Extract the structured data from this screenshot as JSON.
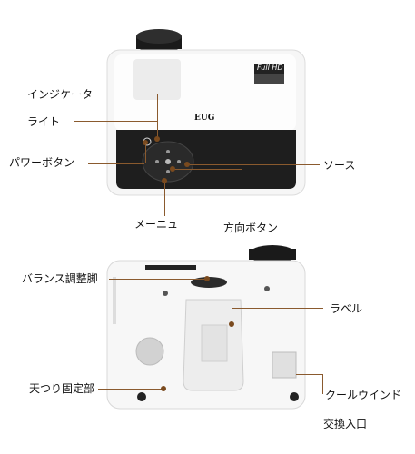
{
  "top_view": {
    "labels": {
      "indicator": "インジケータ",
      "light": "ライト",
      "power": "パワーボタン",
      "menu": "メーニュ",
      "direction": "方向ボタン",
      "source": "ソース"
    },
    "badge_line1": "Full HD",
    "brand": "EUG"
  },
  "bottom_view": {
    "labels": {
      "balance_foot": "バランス調整脚",
      "label": "ラベル",
      "ceiling_mount": "天つり固定部",
      "cool_wind": "クールウインド",
      "exchange_inlet": "交換入口"
    }
  },
  "colors": {
    "leader": "#8a5a2e",
    "body": "#f4f4f4",
    "panel": "#1e1e1e"
  }
}
